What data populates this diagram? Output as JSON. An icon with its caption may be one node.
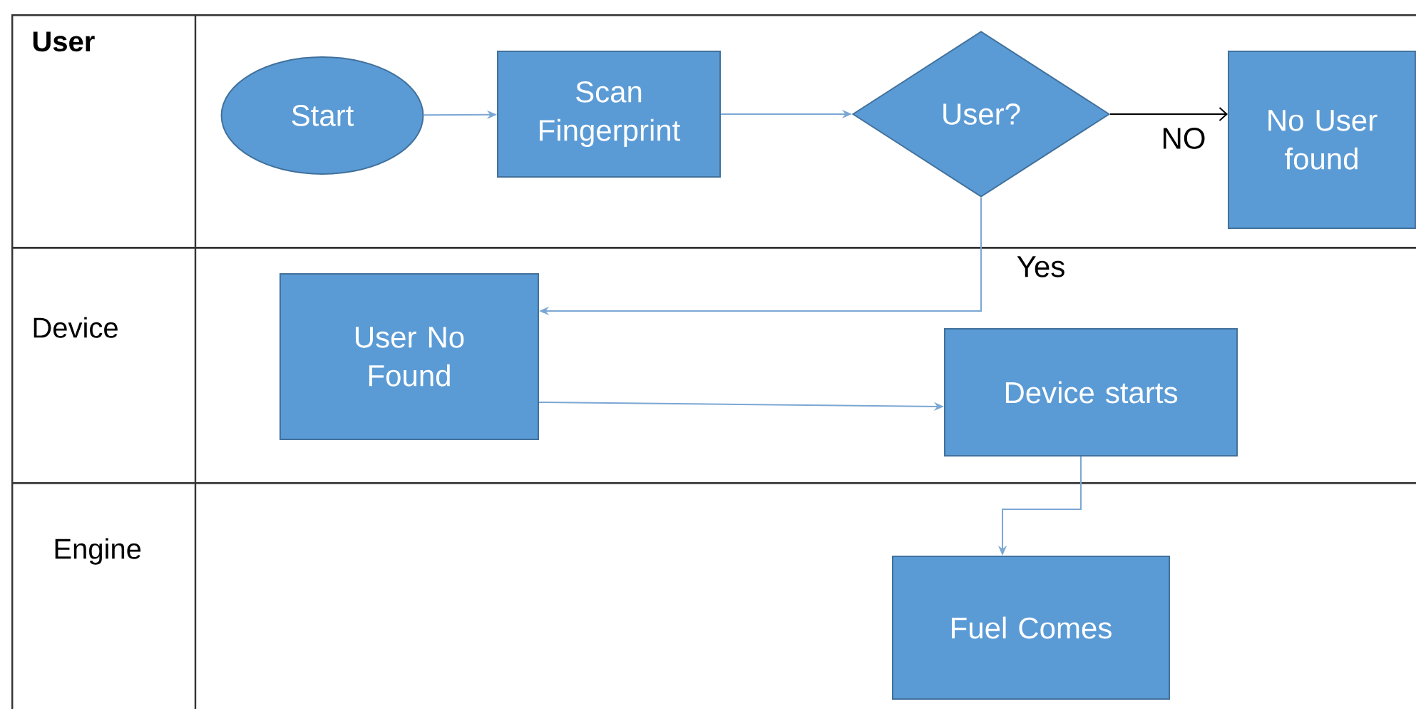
{
  "diagram": {
    "nodes": [
      {
        "text": [
          "User"
        ]
      },
      {
        "text": [
          "Device"
        ]
      },
      {
        "text": [
          "Engine"
        ]
      },
      {
        "text": [
          "Start"
        ],
        "in": 0
      },
      {
        "text": [
          "Scan Fingerprint"
        ],
        "in": 0
      },
      {
        "text": [
          "User?"
        ],
        "in": 0
      },
      {
        "text": [
          "No User found"
        ],
        "in": 0
      },
      {
        "text": [
          "User No Found"
        ],
        "in": 1
      },
      {
        "text": [
          "Device starts"
        ],
        "in": 1
      },
      {
        "text": [
          "Fuel Comes"
        ],
        "in": 2
      }
    ],
    "edges": [
      {
        "from": 3,
        "to": 4,
        "arrow": "to"
      },
      {
        "from": 4,
        "to": 5,
        "arrow": "to"
      },
      {
        "from": 5,
        "to": 6,
        "arrow": "to",
        "label": "NO",
        "color": "#000000"
      },
      {
        "from": 5,
        "to": 7,
        "arrow": "to",
        "label": "Yes"
      },
      {
        "from": 7,
        "to": 8,
        "arrow": "to"
      },
      {
        "from": 8,
        "to": 9,
        "arrow": "to"
      }
    ]
  }
}
